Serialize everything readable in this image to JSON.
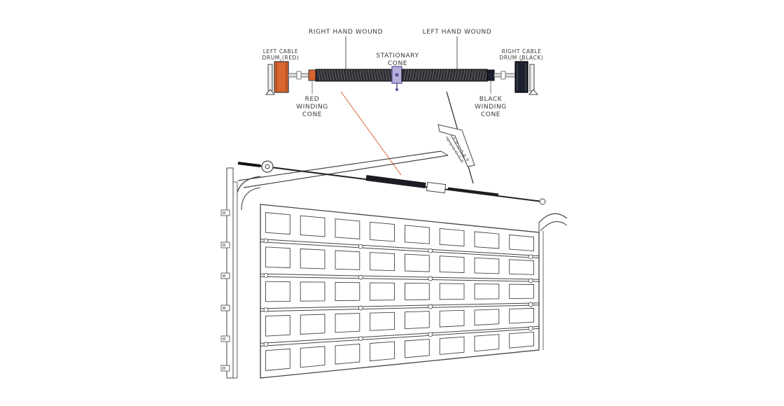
{
  "diagram": {
    "labels": {
      "right_hand_wound": "RIGHT HAND WOUND",
      "left_hand_wound": "LEFT HAND WOUND",
      "stationary_cone": [
        "STATIONARY",
        "CONE"
      ],
      "left_cable_drum": [
        "LEFT CABLE",
        "DRUM (RED)"
      ],
      "right_cable_drum": [
        "RIGHT CABLE",
        "DRUM (BLACK)"
      ],
      "red_winding_cone": [
        "RED",
        "WINDING",
        "CONE"
      ],
      "black_winding_cone": [
        "BLACK",
        "WINDING",
        "CONE"
      ]
    },
    "colors": {
      "red_component": "#d9652f",
      "black_component": "#1b1f2e",
      "stationary_cone": "#7a6fb0",
      "line_art": "#555555",
      "callout_line_red": "#d9652f"
    }
  }
}
